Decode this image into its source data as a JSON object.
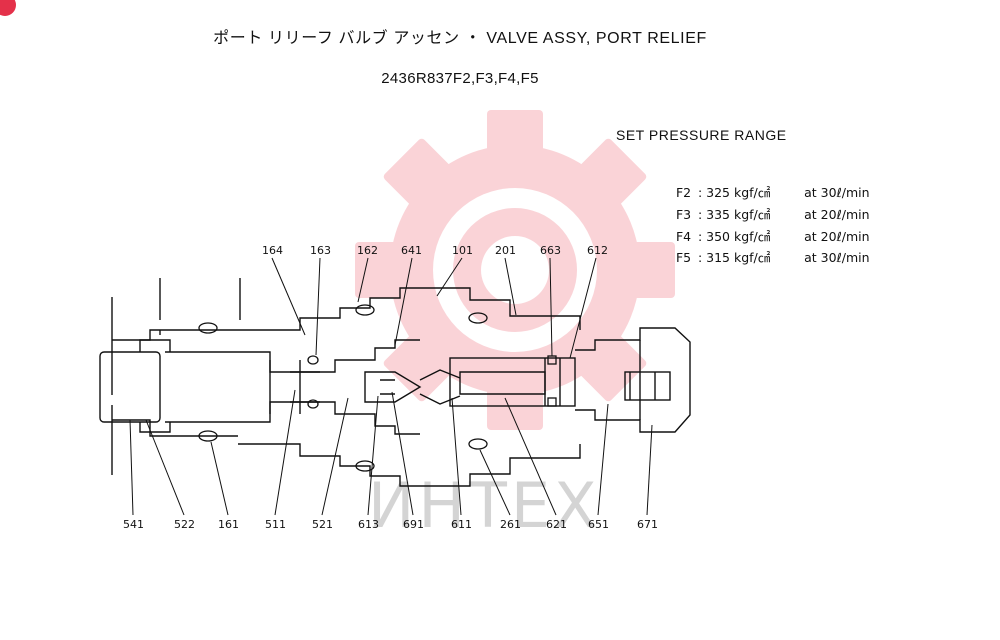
{
  "header": {
    "title": "ポート リリーフ バルブ アッセン ・ VALVE ASSY, PORT RELIEF",
    "part_number": "2436R837F2,F3,F4,F5"
  },
  "pressure": {
    "title": "SET PRESSURE RANGE",
    "rows": [
      {
        "code": "F2",
        "value": "325 kgf/㎠",
        "flow": "at 30ℓ/min"
      },
      {
        "code": "F3",
        "value": "335 kgf/㎠",
        "flow": "at 20ℓ/min"
      },
      {
        "code": "F4",
        "value": "350 kgf/㎠",
        "flow": "at 20ℓ/min"
      },
      {
        "code": "F5",
        "value": "315 kgf/㎠",
        "flow": "at 30ℓ/min"
      }
    ]
  },
  "labels": {
    "top": [
      "164",
      "163",
      "162",
      "641",
      "101",
      "201",
      "663",
      "612"
    ],
    "bottom": [
      "541",
      "522",
      "161",
      "511",
      "521",
      "613",
      "691",
      "611",
      "261",
      "621",
      "651",
      "671"
    ]
  },
  "watermark": {
    "text": "ИНТЕХ",
    "color": "#e8283c"
  },
  "colors": {
    "line": "#111111",
    "accent": "#e4314a"
  }
}
